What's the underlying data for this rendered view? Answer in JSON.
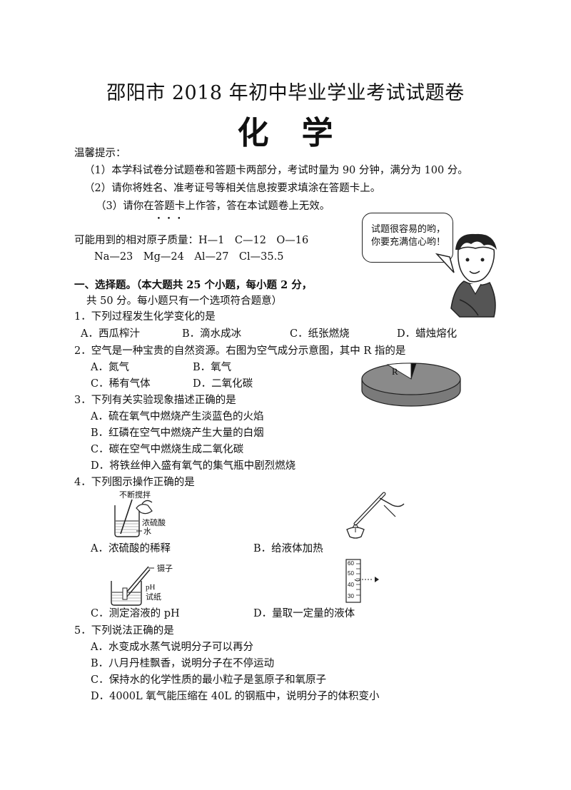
{
  "header": {
    "title": "邵阳市 2018 年初中毕业学业考试试题卷",
    "subject": "化　学"
  },
  "tips": {
    "heading": "温馨提示：",
    "items": [
      "（1）本学科试卷分试题卷和答题卡两部分，考试时量为 90 分钟，满分为 100 分。",
      "（2）请你将姓名、准考证号等相关信息按要求填涂在答题卡上。"
    ],
    "item3_prefix": "（3）请你在",
    "item3_emph": "答题卡",
    "item3_suffix": "上作答，答在本试题卷上无效。"
  },
  "atomic_mass": {
    "line1": "可能用到的相对原子质量：H—1　C—12　O—16",
    "line2": "Na—23　Mg—24　Al—27　Cl—35.5"
  },
  "speech_bubble": {
    "line1": "试题很容易的哟，",
    "line2": "你要充满信心哟！"
  },
  "section1": {
    "heading_line1": "一、选择题。（本大题共 25 个小题，每小题 2 分，",
    "heading_line2": "共 50 分。每小题只有一个选项符合题意）"
  },
  "questions": [
    {
      "stem": "1．下列过程发生化学变化的是",
      "options": [
        "A．西瓜榨汁",
        "B．滴水成冰",
        "C．纸张燃烧",
        "D．蜡烛熔化"
      ]
    },
    {
      "stem": "2．空气是一种宝贵的自然资源。右图为空气成分示意图，其中 R 指的是",
      "options": [
        "A．氮气",
        "B．氧气",
        "C．稀有气体",
        "D．二氧化碳"
      ],
      "figure_label": "R"
    },
    {
      "stem": "3．下列有关实验现象描述正确的是",
      "options": [
        "A．硫在氧气中燃烧产生淡蓝色的火焰",
        "B．红磷在空气中燃烧产生大量的白烟",
        "C．碳在空气中燃烧生成二氧化碳",
        "D．将铁丝伸入盛有氧气的集气瓶中剧烈燃烧"
      ]
    },
    {
      "stem": "4．下列图示操作正确的是",
      "options": [
        "A．浓硫酸的稀释",
        "B．给液体加热",
        "C．测定溶液的 pH",
        "D．量取一定量的液体"
      ],
      "fig_a_labels": [
        "不断搅拌",
        "浓硫酸",
        "水"
      ],
      "fig_c_labels": [
        "镊子",
        "pH",
        "试纸"
      ],
      "fig_d_ticks": [
        "60",
        "50",
        "40",
        "30"
      ]
    },
    {
      "stem": "5．下列说法正确的是",
      "options": [
        "A．水变成水蒸气说明分子可以再分",
        "B．八月丹桂飘香，说明分子在不停运动",
        "C．保持水的化学性质的最小粒子是氢原子和氧原子",
        "D．4000L 氧气能压缩在 40L 的钢瓶中，说明分子的体积变小"
      ]
    }
  ]
}
